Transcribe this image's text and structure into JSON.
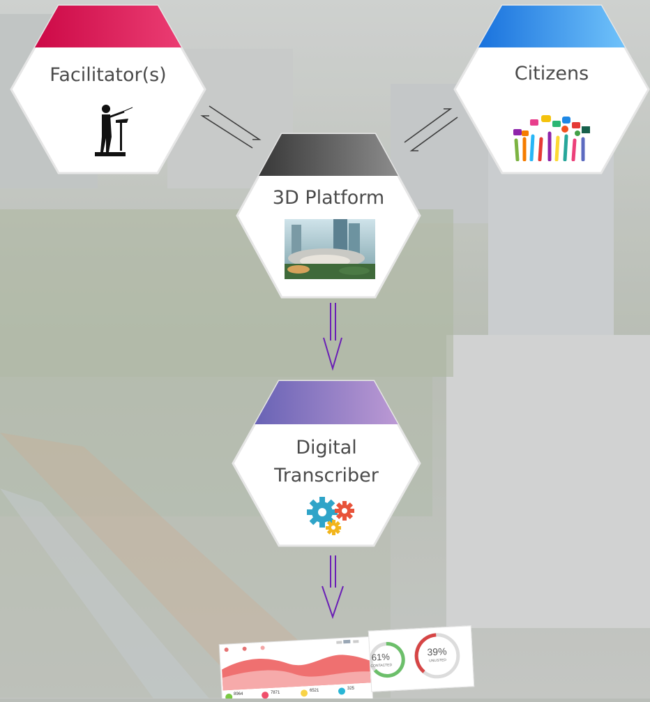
{
  "nodes": {
    "facilitator": {
      "label": "Facilitator(s)",
      "accent": [
        "#c7003f",
        "#f0467a"
      ]
    },
    "citizens": {
      "label": "Citizens",
      "accent": [
        "#0a64d8",
        "#7fd0ff"
      ]
    },
    "platform": {
      "label": "3D Platform",
      "accent": [
        "#2a2a2a",
        "#9a9a9a"
      ]
    },
    "transcriber": {
      "label_line1": "Digital",
      "label_line2": "Transcriber",
      "accent": [
        "#5b5ab0",
        "#c9a2d9"
      ]
    }
  },
  "dashboard": {
    "ring1_value": "61%",
    "ring1_caption": "CONTACTED",
    "ring2_value": "39%",
    "ring2_caption": "UNLISTED",
    "stat1": "8964",
    "stat2": "7871",
    "stat3": "6521",
    "stat4": "325"
  },
  "colors": {
    "arrow_gray": "#3c3c3c",
    "arrow_purple": "#6a1fb5"
  }
}
